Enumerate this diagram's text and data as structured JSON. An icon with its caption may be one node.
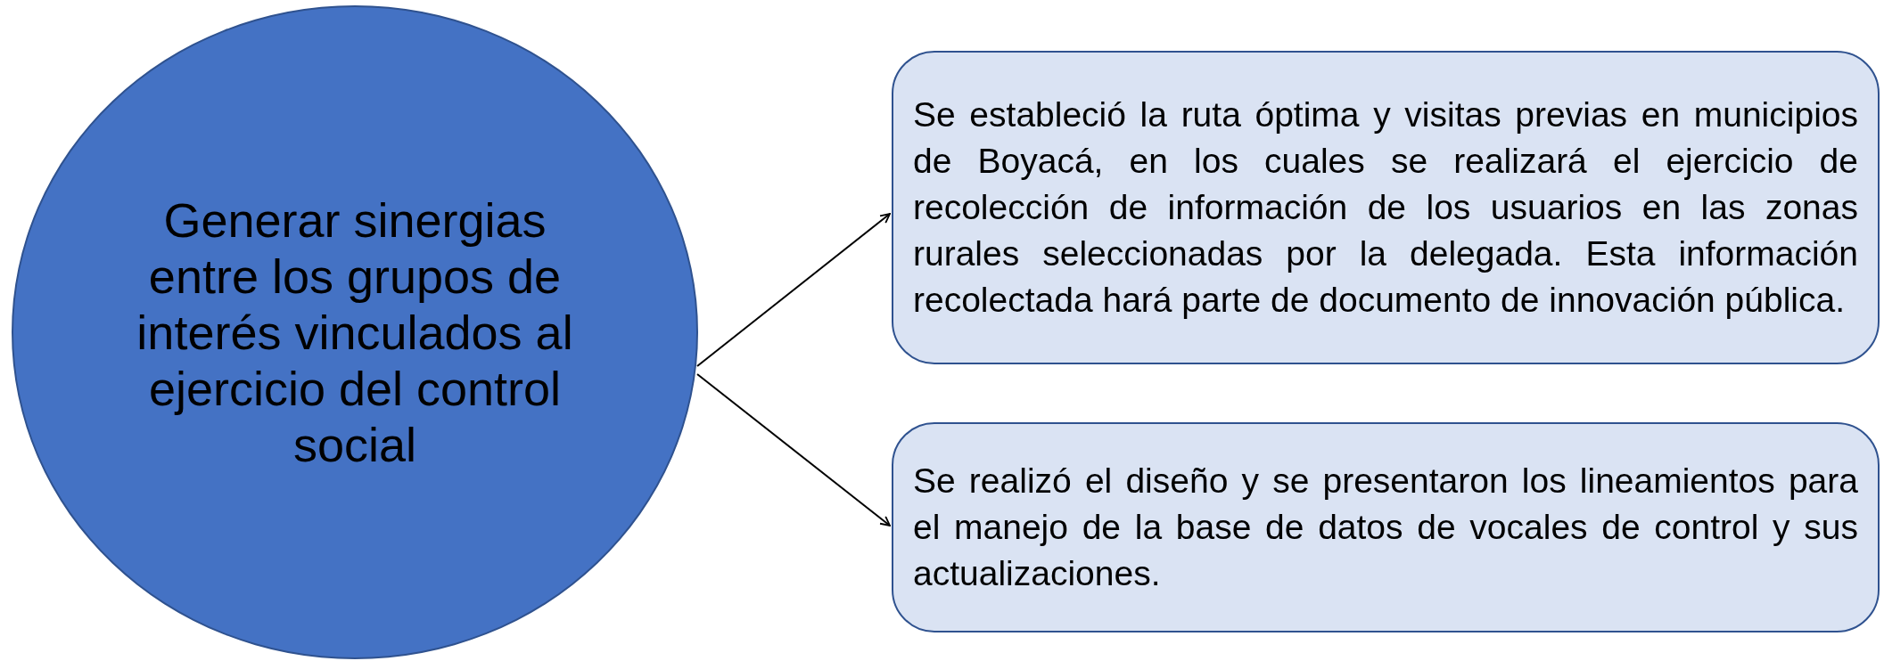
{
  "diagram": {
    "nodes": [
      {
        "text": [
          "Generar sinergias entre los grupos de interés vinculados al ejercicio del control social"
        ]
      },
      {
        "text": [
          "Se estableció la ruta óptima y visitas previas en municipios de Boyacá, en los cuales se realizará el ejercicio de recolección de información de los usuarios en las zonas rurales seleccionadas por la delegada. Esta información recolectada hará parte de documento de innovación pública."
        ]
      },
      {
        "text": [
          "Se realizó el diseño y se presentaron los lineamientos para el manejo de la base de datos de vocales de control y sus actualizaciones."
        ]
      }
    ],
    "edges": [
      {
        "from": 0,
        "to": 1,
        "arrow": "to"
      },
      {
        "from": 0,
        "to": 2,
        "arrow": "to"
      }
    ]
  }
}
